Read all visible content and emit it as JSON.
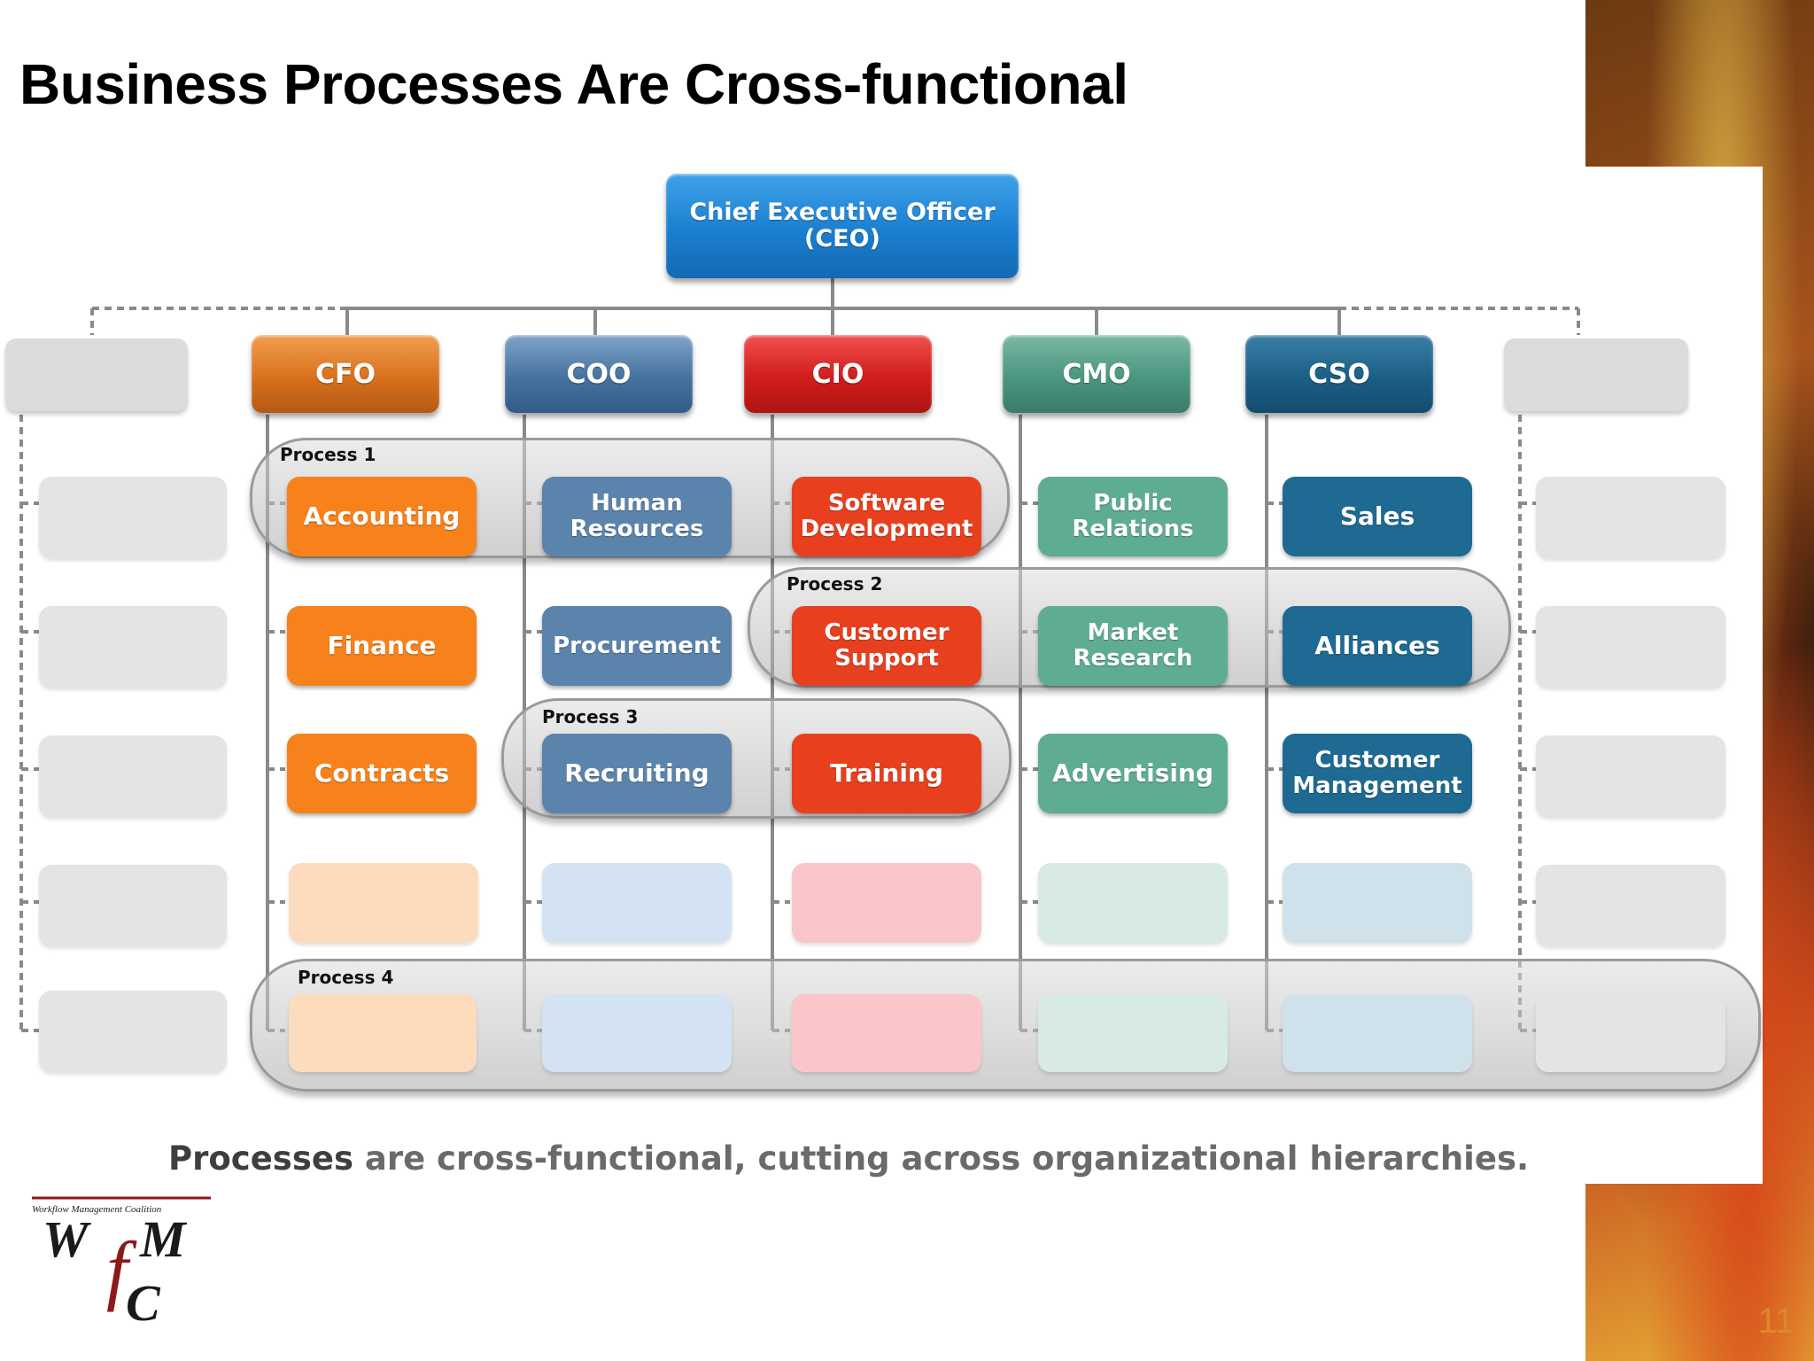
{
  "slide": {
    "title": "Business Processes Are Cross-functional",
    "page_number": "11"
  },
  "ceo": {
    "label": "Chief Executive Officer\n(CEO)"
  },
  "executives": [
    "CFO",
    "COO",
    "CIO",
    "CMO",
    "CSO"
  ],
  "departments": {
    "cfo": [
      "Accounting",
      "Finance",
      "Contracts"
    ],
    "coo": [
      "Human\nResources",
      "Procurement",
      "Recruiting"
    ],
    "cio": [
      "Software\nDevelopment",
      "Customer\nSupport",
      "Training"
    ],
    "cmo": [
      "Public\nRelations",
      "Market\nResearch",
      "Advertising"
    ],
    "cso": [
      "Sales",
      "Alliances",
      "Customer\nManagement"
    ]
  },
  "processes": [
    "Process 1",
    "Process 2",
    "Process 3",
    "Process 4"
  ],
  "caption": {
    "lead": "Processes",
    "rest": " are cross-functional, cutting across organizational hierarchies."
  },
  "logo": {
    "tagline": "Workflow Management Coalition",
    "mark": "WfMC"
  },
  "colors": {
    "cfo": "#f7821b",
    "coo": "#5b84ad",
    "cio": "#e8401e",
    "cmo": "#5fac94",
    "cso": "#1e6a93",
    "ceo": "#1a7fd0"
  }
}
